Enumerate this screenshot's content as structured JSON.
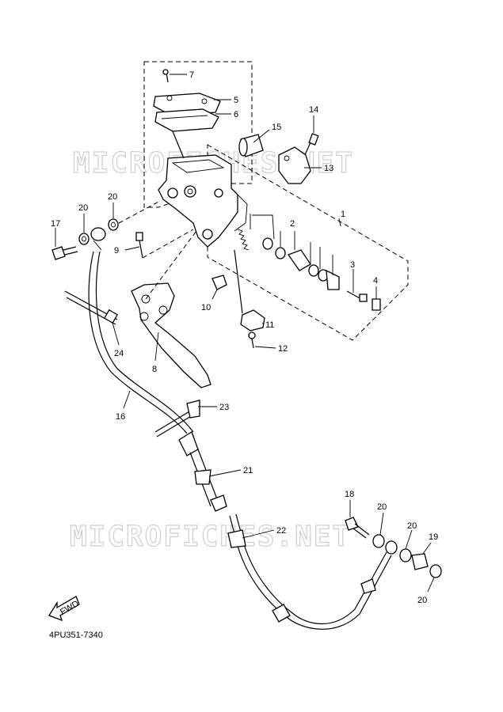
{
  "watermark": "MICROFICHES.NET",
  "diagram_code": "4PU351-7340",
  "fwd_label": "FWD",
  "callouts": [
    "7",
    "5",
    "6",
    "15",
    "14",
    "13",
    "20",
    "20",
    "17",
    "9",
    "1",
    "2",
    "3",
    "4",
    "10",
    "11",
    "12",
    "24",
    "8",
    "16",
    "23",
    "21",
    "18",
    "20",
    "20",
    "19",
    "20",
    "22"
  ]
}
